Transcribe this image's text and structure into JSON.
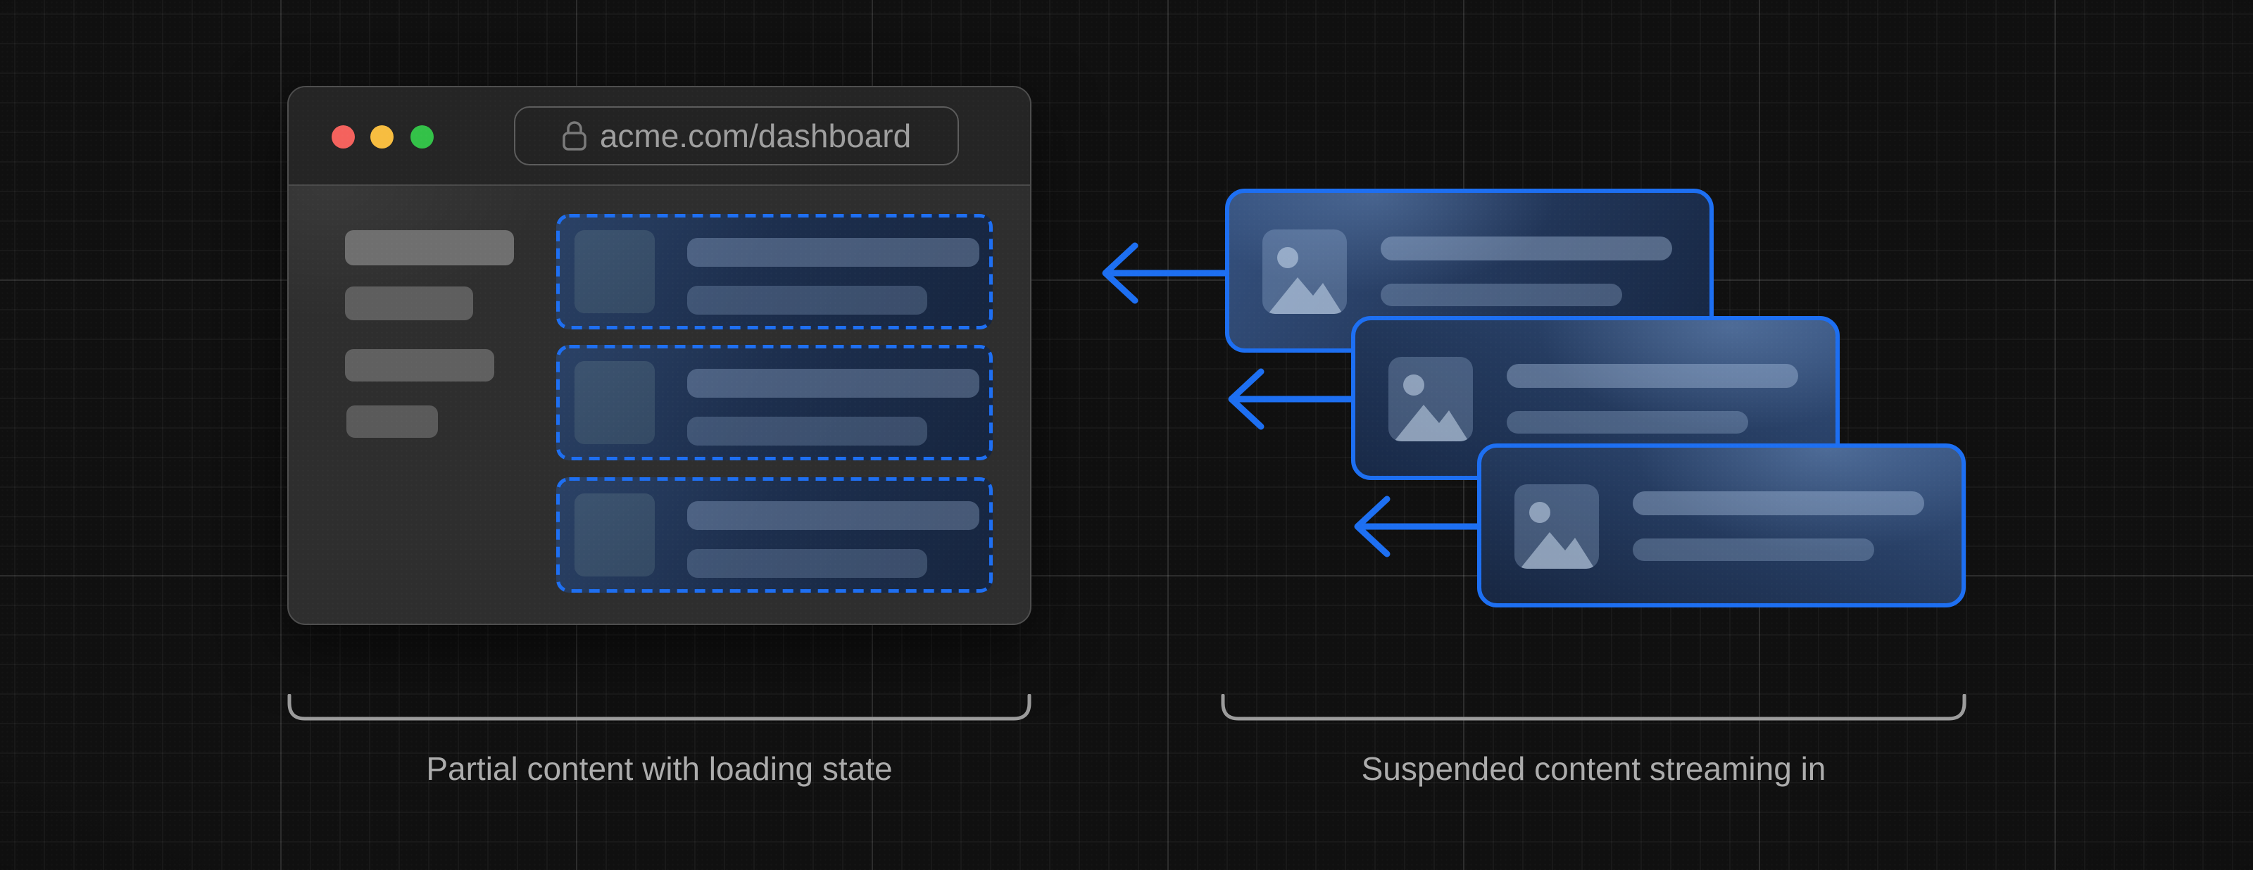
{
  "theme": {
    "accent_blue": "#1d6ff2",
    "background": "#101010",
    "traffic_red": "#f4625d",
    "traffic_yellow": "#f7bd40",
    "traffic_green": "#33c148",
    "bracket_gray": "#9c9c9c",
    "label_gray": "#acacac"
  },
  "browser": {
    "url": "acme.com/dashboard",
    "icons": [
      "lock-icon"
    ],
    "sidebar_skeleton_bar_count": 4,
    "loading_card_count": 3
  },
  "stream": {
    "card_count": 3,
    "icons": [
      "image-placeholder-icon",
      "arrow-left-icon"
    ]
  },
  "captions": {
    "left": "Partial content with loading state",
    "right": "Suspended content streaming in"
  }
}
